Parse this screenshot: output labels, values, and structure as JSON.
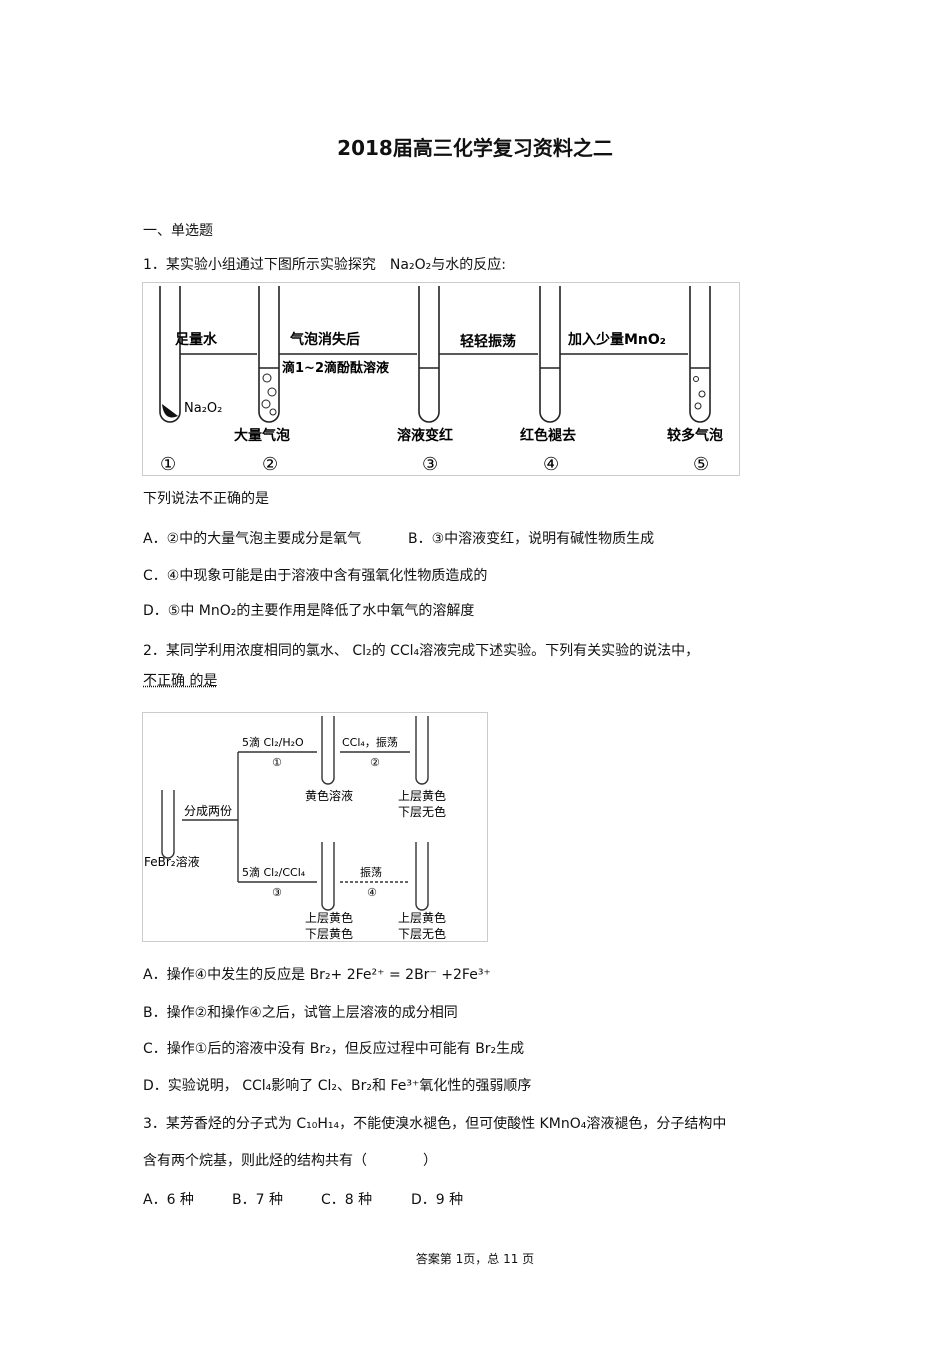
{
  "title": "2018届高三化学复习资料之二",
  "section": "一、单选题",
  "q1": {
    "stem": "1．某实验小组通过下图所示实验探究",
    "formula": "Na₂O₂",
    "stem_end": "与水的反应:",
    "figure": {
      "arrows": [
        "足量水",
        "气泡消失后",
        "滴1~2滴酚酞溶液",
        "轻轻振荡",
        "加入少量MnO₂"
      ],
      "reagent": "Na₂O₂",
      "captions": [
        "大量气泡",
        "溶液变红",
        "红色褪去",
        "较多气泡"
      ],
      "numbers": [
        "①",
        "②",
        "③",
        "④",
        "⑤"
      ]
    },
    "prompt": "下列说法不正确的是",
    "options": [
      "A．②中的大量气泡主要成分是氧气",
      "B．③中溶液变红，说明有碱性物质生成",
      "C．④中现象可能是由于溶液中含有强氧化性物质造成的",
      "D．⑤中 MnO₂的主要作用是降低了水中氧气的溶解度"
    ]
  },
  "q2": {
    "stem": "2．某同学利用浓度相同的氯水、 Cl₂的 CCl₄溶液完成下述实验。下列有关实验的说法中，",
    "stem2": "不正确 的是",
    "figure": {
      "start": "FeBr₂溶液",
      "split": "分成两份",
      "top1": "5滴 Cl₂/H₂O",
      "top1n": "①",
      "top2": "CCl₄，振荡",
      "top2n": "②",
      "top_c1": "黄色溶液",
      "top_c2a": "上层黄色",
      "top_c2b": "下层无色",
      "bot1": "5滴 Cl₂/CCl₄",
      "bot1n": "③",
      "bot2": "振荡",
      "bot2n": "④",
      "bot_c1a": "上层黄色",
      "bot_c1b": "下层黄色",
      "bot_c2a": "上层黄色",
      "bot_c2b": "下层无色"
    },
    "options": [
      "A．操作④中发生的反应是 Br₂+ 2Fe²⁺ = 2Br⁻ +2Fe³⁺",
      "B．操作②和操作④之后，试管上层溶液的成分相同",
      "C．操作①后的溶液中没有 Br₂，但反应过程中可能有 Br₂生成",
      "D．实验说明， CCl₄影响了 Cl₂、Br₂和 Fe³⁺氧化性的强弱顺序"
    ]
  },
  "q3": {
    "line1": "3．某芳香烃的分子式为 C₁₀H₁₄，不能使溴水褪色，但可使酸性 KMnO₄溶液褪色，分子结构中",
    "line2": "含有两个烷基，则此烃的结构共有（　　　　）",
    "options": [
      "A．6 种",
      "B．7 种",
      "C．8 种",
      "D．9 种"
    ]
  },
  "footer": "答案第 1页，总 11 页"
}
